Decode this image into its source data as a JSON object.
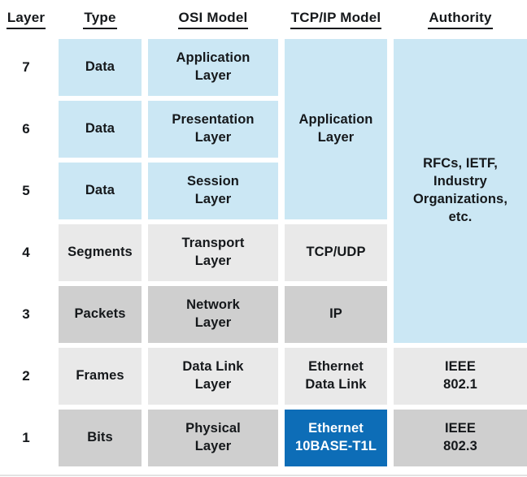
{
  "columns": {
    "layer": "Layer",
    "type": "Type",
    "osi": "OSI Model",
    "tcpip": "TCP/IP Model",
    "authority": "Authority"
  },
  "rows": [
    {
      "layer": "7",
      "type": "Data",
      "osi": "Application\nLayer"
    },
    {
      "layer": "6",
      "type": "Data",
      "osi": "Presentation\nLayer"
    },
    {
      "layer": "5",
      "type": "Data",
      "osi": "Session\nLayer"
    },
    {
      "layer": "4",
      "type": "Segments",
      "osi": "Transport\nLayer",
      "tcpip": "TCP/UDP"
    },
    {
      "layer": "3",
      "type": "Packets",
      "osi": "Network\nLayer",
      "tcpip": "IP"
    },
    {
      "layer": "2",
      "type": "Frames",
      "osi": "Data Link\nLayer",
      "tcpip": "Ethernet\nData Link",
      "authority": "IEEE\n802.1"
    },
    {
      "layer": "1",
      "type": "Bits",
      "osi": "Physical\nLayer",
      "tcpip": "Ethernet\n10BASE-T1L",
      "authority": "IEEE\n802.3"
    }
  ],
  "merged": {
    "tcpip_application": "Application\nLayer",
    "authority_rfcs": "RFCs, IETF,\nIndustry\nOrganizations,\netc."
  },
  "colors": {
    "light_blue": "#cbe7f4",
    "light_gray": "#e9e9e9",
    "mid_gray": "#cfcfcf",
    "highlight_blue": "#0d6db7",
    "highlight_text": "#ffffff",
    "text": "#15181b"
  }
}
